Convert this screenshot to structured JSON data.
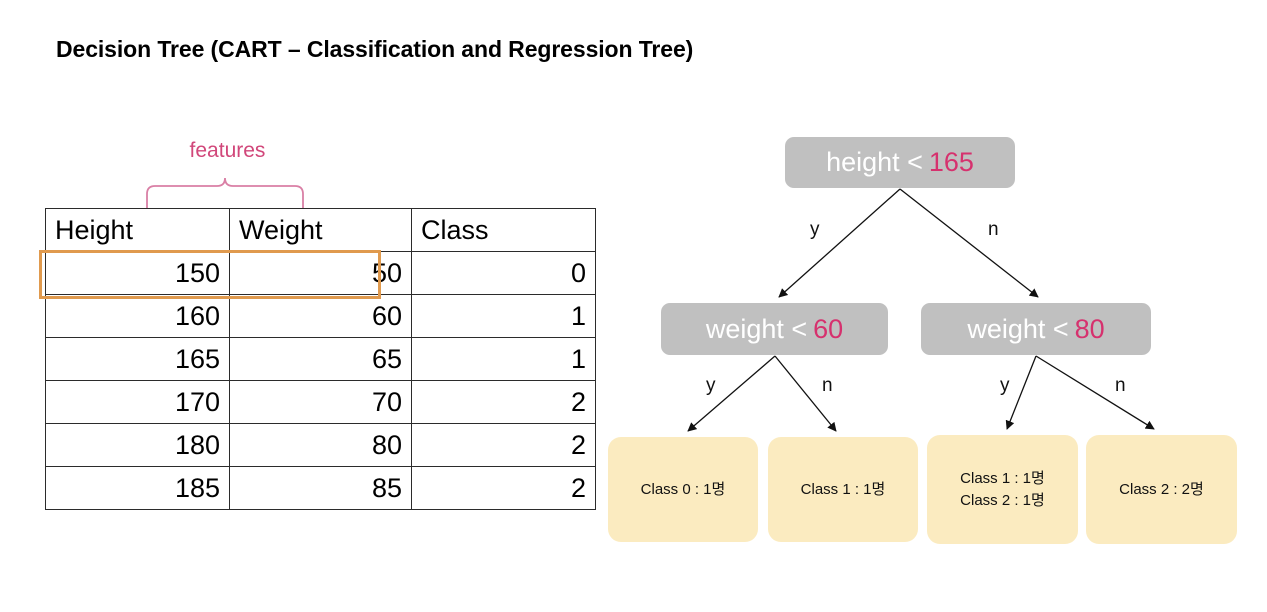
{
  "page": {
    "title": "Decision Tree (CART – Classification and Regression Tree)",
    "accent_pink": "#D6316E",
    "accent_orange": "#E09A4E",
    "node_gray": "#C0C0C0",
    "leaf_cream": "#FBEBC0"
  },
  "annotation": {
    "features_label": "features"
  },
  "table": {
    "headers": [
      "Height",
      "Weight",
      "Class"
    ],
    "rows": [
      [
        "150",
        "50",
        "0"
      ],
      [
        "160",
        "60",
        "1"
      ],
      [
        "165",
        "65",
        "1"
      ],
      [
        "170",
        "70",
        "2"
      ],
      [
        "180",
        "80",
        "2"
      ],
      [
        "185",
        "85",
        "2"
      ]
    ],
    "highlighted_row_index": 0
  },
  "tree": {
    "root": {
      "condition": "height <",
      "threshold": "165"
    },
    "left": {
      "condition": "weight <",
      "threshold": "60"
    },
    "right": {
      "condition": "weight <",
      "threshold": "80"
    },
    "edge_labels": {
      "root_yes": "y",
      "root_no": "n",
      "left_yes": "y",
      "left_no": "n",
      "right_yes": "y",
      "right_no": "n"
    },
    "leaves": [
      {
        "lines": [
          "Class 0 : 1명"
        ]
      },
      {
        "lines": [
          "Class 1 : 1명"
        ]
      },
      {
        "lines": [
          "Class 1 : 1명",
          "Class 2 : 1명"
        ]
      },
      {
        "lines": [
          "Class 2 : 2명"
        ]
      }
    ]
  }
}
